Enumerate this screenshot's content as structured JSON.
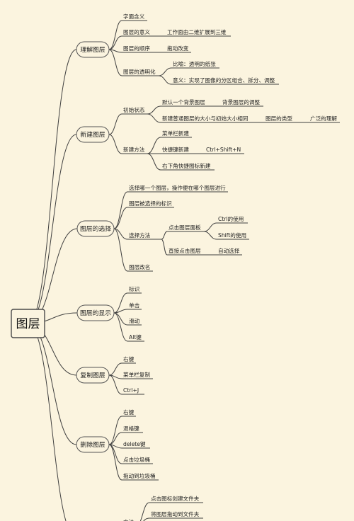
{
  "root": {
    "label": "图层"
  },
  "branches": [
    {
      "label": "理解图层",
      "children": [
        {
          "label": "字面含义"
        },
        {
          "label": "图层的意义",
          "children": [
            {
              "label": "工作面由二维扩展到三维"
            }
          ]
        },
        {
          "label": "图层的顺序",
          "children": [
            {
              "label": "拖动改变"
            }
          ]
        },
        {
          "label": "图层的透明化",
          "children": [
            {
              "label": "比喻：透明的纸张"
            },
            {
              "label": "意义：实现了图像的分区组合、拆分、调整"
            }
          ]
        }
      ]
    },
    {
      "label": "新建图层",
      "children": [
        {
          "label": "初始状态",
          "children": [
            {
              "label": "默认一个背景图层",
              "children": [
                {
                  "label": "背景图层的调整"
                }
              ]
            },
            {
              "label": "新建普通图层的大小与初始大小相同",
              "children": [
                {
                  "label": "图层的类型",
                  "children": [
                    {
                      "label": "广泛的理解"
                    }
                  ]
                }
              ]
            }
          ]
        },
        {
          "label": "新建方法",
          "children": [
            {
              "label": "菜单栏新建"
            },
            {
              "label": "快捷键新建",
              "children": [
                {
                  "label": "Ctrl+Shift+N"
                }
              ]
            },
            {
              "label": "右下角快捷图标新建"
            }
          ]
        }
      ]
    },
    {
      "label": "图层的选择",
      "children": [
        {
          "label": "选择哪一个图层，操作便在哪个图层进行"
        },
        {
          "label": "图层被选择的标识"
        },
        {
          "label": "选择方法",
          "children": [
            {
              "label": "点击图层面板",
              "children": [
                {
                  "label": "Ctrl的使用"
                },
                {
                  "label": "Shift的使用"
                }
              ]
            },
            {
              "label": "直接点击图层",
              "children": [
                {
                  "label": "自动选择"
                }
              ]
            }
          ]
        },
        {
          "label": "图层改名"
        }
      ]
    },
    {
      "label": "图层的显示",
      "children": [
        {
          "label": "标识"
        },
        {
          "label": "单击"
        },
        {
          "label": "滑动"
        },
        {
          "label": "Alt键"
        }
      ]
    },
    {
      "label": "复制图层",
      "children": [
        {
          "label": "右键"
        },
        {
          "label": "菜单栏复制"
        },
        {
          "label": "Ctrl+J"
        }
      ]
    },
    {
      "label": "删除图层",
      "children": [
        {
          "label": "右键"
        },
        {
          "label": "退格键"
        },
        {
          "label": "delete键"
        },
        {
          "label": "点击垃圾桶"
        },
        {
          "label": "拖动到垃圾桶"
        }
      ]
    },
    {
      "label": "",
      "children": [
        {
          "label": "方法",
          "children": [
            {
              "label": "点击图标创建文件夹"
            },
            {
              "label": "将图层拖动到文件夹"
            }
          ]
        }
      ]
    }
  ]
}
